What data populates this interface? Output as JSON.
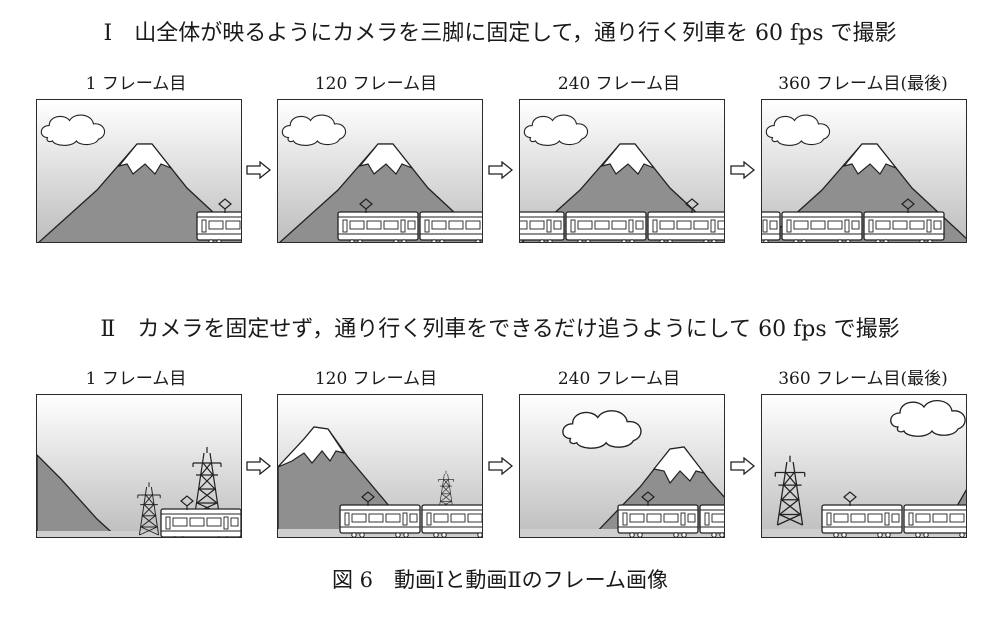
{
  "sections": [
    {
      "heading": "Ⅰ　山全体が映るようにカメラを三脚に固定して，通り行く列車を 60 fps で撮影",
      "frames": [
        {
          "label": "1 フレーム目"
        },
        {
          "label": "120 フレーム目"
        },
        {
          "label": "240 フレーム目"
        },
        {
          "label": "360 フレーム目(最後)"
        }
      ]
    },
    {
      "heading": "Ⅱ　カメラを固定せず，通り行く列車をできるだけ追うようにして 60 fps で撮影",
      "frames": [
        {
          "label": "1 フレーム目"
        },
        {
          "label": "120 フレーム目"
        },
        {
          "label": "240 フレーム目"
        },
        {
          "label": "360 フレーム目(最後)"
        }
      ]
    }
  ],
  "caption": "図 6　動画Ⅰと動画Ⅱのフレーム画像",
  "colors": {
    "sky_top": "#ffffff",
    "sky_bottom": "#bcbcbc",
    "mountain": "#8f8f8f",
    "snow": "#ffffff",
    "outline": "#222222",
    "train": "#ffffff",
    "ground": "#cfcfcf"
  },
  "icons": [
    "right-arrow-icon",
    "cloud-icon",
    "mountain-icon",
    "train-icon",
    "pylon-icon"
  ]
}
